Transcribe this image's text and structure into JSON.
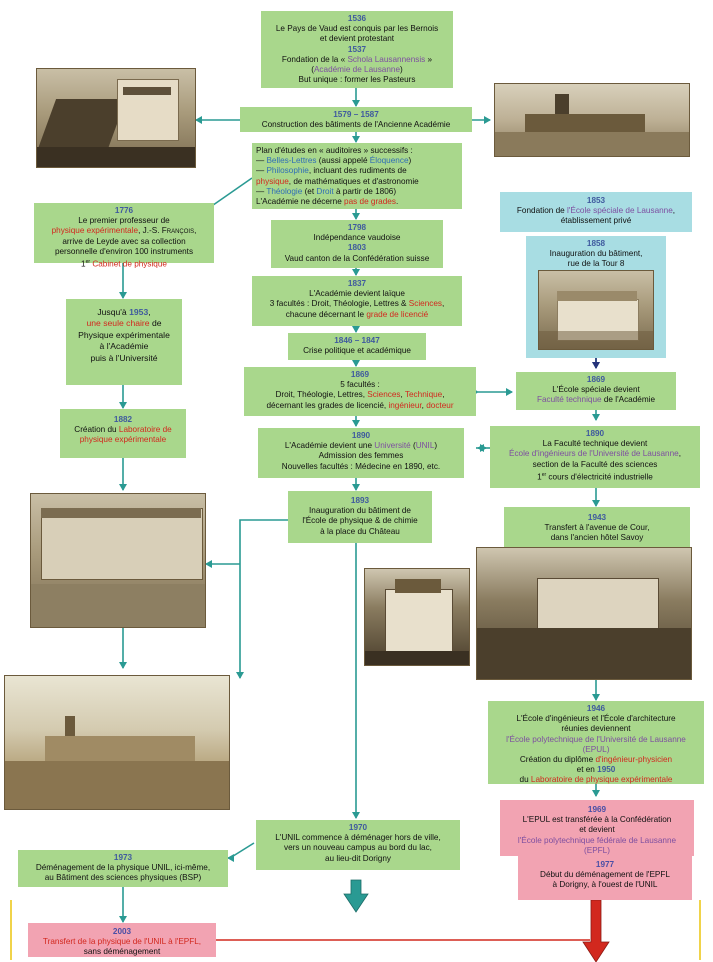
{
  "b1536": {
    "y": "1536",
    "t1": "Le Pays de Vaud est conquis par les Bernois",
    "t2": "et devient protestant",
    "y2": "1537",
    "t3": "Fondation de la « ",
    "schola": "Schola Lausannensis",
    "t3b": " »",
    "t4a": "(",
    "academie": "Académie de Lausanne",
    "t4b": ")",
    "t5": "But unique : former les Pasteurs"
  },
  "b1579": {
    "y": "1579 – 1587",
    "t": "Construction des bâtiments de l'Ancienne Académie"
  },
  "plan": {
    "t1": "Plan d'études en « auditoires » successifs :",
    "dash": "— ",
    "belles": "Belles-Lettres",
    "t2": " (aussi appelé ",
    "eloq": "Éloquence",
    "t2b": ")",
    "philo": "Philosophie",
    "t3": ", incluant des rudiments de",
    "physique": "physique",
    "t4": ", de mathématiques et d'astronomie",
    "theo": "Théologie",
    "t5a": " (et ",
    "droit": "Droit",
    "t5b": " à partir de 1806)",
    "t6": "L'Académie ne décerne ",
    "pasgrades": "pas de grades",
    "t6b": "."
  },
  "b1776": {
    "y": "1776",
    "t1": "Le premier professeur de",
    "physexp": "physique expérimentale",
    "t2": ", J.-S. ",
    "francois": "François",
    ",": ",",
    "t3": "arrive de Leyde avec sa collection",
    "t4": "personnelle d'environ 100 instruments",
    "t5a": "1",
    "er": "er",
    "cab": "Cabinet de physique"
  },
  "b1798": {
    "y": "1798",
    "t1": "Indépendance vaudoise",
    "y2": "1803",
    "t2": "Vaud canton de la Confédération suisse"
  },
  "b1853": {
    "y": "1853",
    "t1a": "Fondation de ",
    "ecole": "l'École spéciale de Lausanne",
    ",": ",",
    "t2": "établissement privé"
  },
  "b1858": {
    "y": "1858",
    "t1": "Inauguration du bâtiment,",
    "t2": "rue de la Tour 8"
  },
  "b1953": {
    "t1": "Jusqu'à ",
    "y": "1953",
    ",": ",",
    "chaire": "une seule chaire",
    "t2": " de",
    "t3": "Physique expérimentale",
    "t4": "à l'Académie",
    "t5": "puis à l'Université"
  },
  "b1837": {
    "y": "1837",
    "t1": "L'Académie devient laïque",
    "t2a": "3 facultés : Droit, Théologie, Lettres & ",
    "sciences": "Sciences",
    ",": ",",
    "t3a": "chacune décernant le ",
    "licencie": "grade de licencié"
  },
  "b1846": {
    "y": "1846 – 1847",
    "t": "Crise politique et académique"
  },
  "b1869a": {
    "y": "1869",
    "t1": "5 facultés :",
    "t2a": "Droit, Théologie, Lettres, ",
    "sciences": "Sciences",
    ",": ", ",
    "technique": "Technique",
    ",2": ",",
    "t3a": "décernant les grades de licencié, ",
    "ingenieur": "ingénieur",
    ",3": ", ",
    "docteur": "docteur"
  },
  "b1869b": {
    "y": "1869",
    "t1": "L'École spéciale devient",
    "fac": "Faculté technique",
    "t2": " de l'Académie"
  },
  "b1882": {
    "y": "1882",
    "t1a": "Création du ",
    "lab": "Laboratoire de",
    "lab2": "physique expérimentale"
  },
  "b1890a": {
    "y": "1890",
    "t1a": "L'Académie devient une ",
    "univ": "Université",
    "p1": " (",
    "unil": "UNIL",
    "p2": ")",
    "t2": "Admission des femmes",
    "t3": "Nouvelles facultés : Médecine en 1890, etc."
  },
  "b1890b": {
    "y": "1890",
    "t1": "La Faculté technique devient",
    "eil": "École d'ingénieurs de l'Université de Lausanne",
    ",": ",",
    "t2": "section de la Faculté des sciences",
    "t3a": "1",
    "er": "er",
    "t3b": " cours d'électricité industrielle"
  },
  "b1893": {
    "y": "1893",
    "t1": "Inauguration du bâtiment de",
    "t2": "l'École de physique & de chimie",
    "t3": "à la place du Château"
  },
  "b1943": {
    "y": "1943",
    "t1": "Transfert à l'avenue de Cour,",
    "t2": "dans l'ancien hôtel Savoy"
  },
  "b1946": {
    "y": "1946",
    "t1": "L'École d'ingénieurs et l'École d'architecture",
    "t2": "réunies deviennent",
    "epul_full": "l'École polytechnique de l'Université de Lausanne",
    "epul": "(EPUL)",
    "t3": "Création du diplôme ",
    "ingphys": "d'ingénieur-physicien",
    "t4a": "et en ",
    "y2": "1950",
    "t5a": "du ",
    "lab": "Laboratoire de physique expérimentale"
  },
  "b1969": {
    "y": "1969",
    "t1": "L'EPUL est transférée à la Confédération",
    "t2": "et devient",
    "epfl_full": "l'École polytechnique fédérale de Lausanne",
    "epfl": "(EPFL)"
  },
  "b1970": {
    "y": "1970",
    "t1": "L'UNIL commence à déménager hors de ville,",
    "t2": "vers un nouveau campus au bord du lac,",
    "t3": "au lieu-dit Dorigny"
  },
  "b1973": {
    "y": "1973",
    "t1": "Déménagement de la physique UNIL, ici-même,",
    "t2": "au Bâtiment des sciences physiques (BSP)"
  },
  "b1977": {
    "y": "1977",
    "t1": "Début du déménagement de l'EPFL",
    "t2": "à Dorigny, à l'ouest de l'UNIL"
  },
  "b2003": {
    "y": "2003",
    "t1": "Transfert de la physique de l'UNIL à l'EPFL,",
    "t2": "sans déménagement"
  },
  "colors": {
    "green": "#a9d78c",
    "cyan": "#a8dde3",
    "pink": "#f2a3b2",
    "teal": "#2a9a93",
    "red": "#d2281e",
    "year": "#3f5a9e"
  }
}
